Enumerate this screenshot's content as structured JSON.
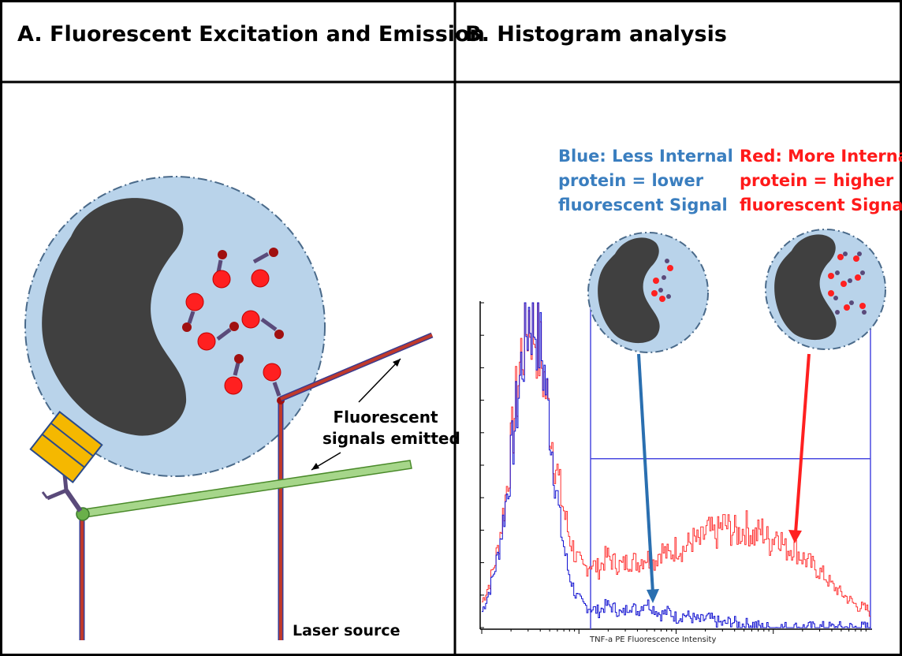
{
  "panels": {
    "a": {
      "title": "A. Fluorescent Excitation and Emission",
      "emitted_label": [
        "Fluorescent",
        "signals emitted"
      ],
      "laser_label": "Laser source"
    },
    "b": {
      "title": "B. Histogram analysis",
      "blue_note": [
        "Blue: Less Internal",
        "protein = lower",
        "fluorescent Signal"
      ],
      "red_note": [
        "Red: More Internal",
        "protein = higher",
        "fluorescent Signal"
      ],
      "xaxis_label": "TNF-a PE Fluorescence Intensity"
    }
  },
  "colors": {
    "blue_note": "#3a7ebf",
    "red_note": "#ff1a1a",
    "cell_fill": "#b9d3ea",
    "nucleus": "#404040",
    "laser_red": "#c0392b",
    "laser_blue": "#3b3b8f",
    "emission_green": "#a6d68a",
    "antibody": "#5a4a7a",
    "fluorophore": "#ff2020",
    "gate_line": "#4a4ae0",
    "hist_blue": "#1010d0",
    "hist_red": "#ff3030"
  },
  "chart_data": {
    "type": "line",
    "title": "",
    "xlabel": "TNF-a PE Fluorescence Intensity",
    "ylabel": "",
    "x": [
      0,
      2,
      4,
      6,
      8,
      10,
      12,
      14,
      16,
      18,
      20,
      22,
      24,
      26,
      28,
      30,
      32,
      34,
      36,
      38,
      40,
      42,
      44,
      46,
      48,
      50,
      52,
      54,
      56,
      58,
      60,
      62,
      64,
      66,
      68,
      70,
      72,
      74,
      76,
      78,
      80,
      82,
      84,
      86,
      88,
      90,
      92,
      94,
      96,
      98,
      100
    ],
    "xlim": [
      0,
      100
    ],
    "ylim": [
      0,
      100
    ],
    "series": [
      {
        "name": "",
        "color": "blue",
        "values": [
          5,
          12,
          22,
          38,
          58,
          80,
          97,
          93,
          78,
          55,
          32,
          18,
          10,
          7,
          6,
          5,
          7,
          6,
          4,
          7,
          5,
          8,
          6,
          4,
          5,
          3,
          4,
          3,
          2,
          3,
          2,
          1,
          2,
          1,
          1,
          1,
          0,
          0,
          0,
          0,
          0,
          0,
          0,
          0,
          0,
          0,
          0,
          0,
          0,
          0,
          0
        ]
      },
      {
        "name": "",
        "color": "red",
        "values": [
          8,
          14,
          24,
          40,
          62,
          84,
          96,
          90,
          76,
          58,
          42,
          30,
          22,
          18,
          20,
          18,
          22,
          20,
          19,
          21,
          20,
          22,
          20,
          24,
          22,
          25,
          24,
          27,
          26,
          30,
          28,
          32,
          30,
          29,
          31,
          28,
          30,
          26,
          30,
          24,
          25,
          22,
          20,
          18,
          16,
          13,
          11,
          9,
          7,
          6,
          5
        ]
      }
    ],
    "gate": {
      "x_start": 28,
      "x_end": 100,
      "y_top": 100,
      "y_mid": 52
    }
  }
}
